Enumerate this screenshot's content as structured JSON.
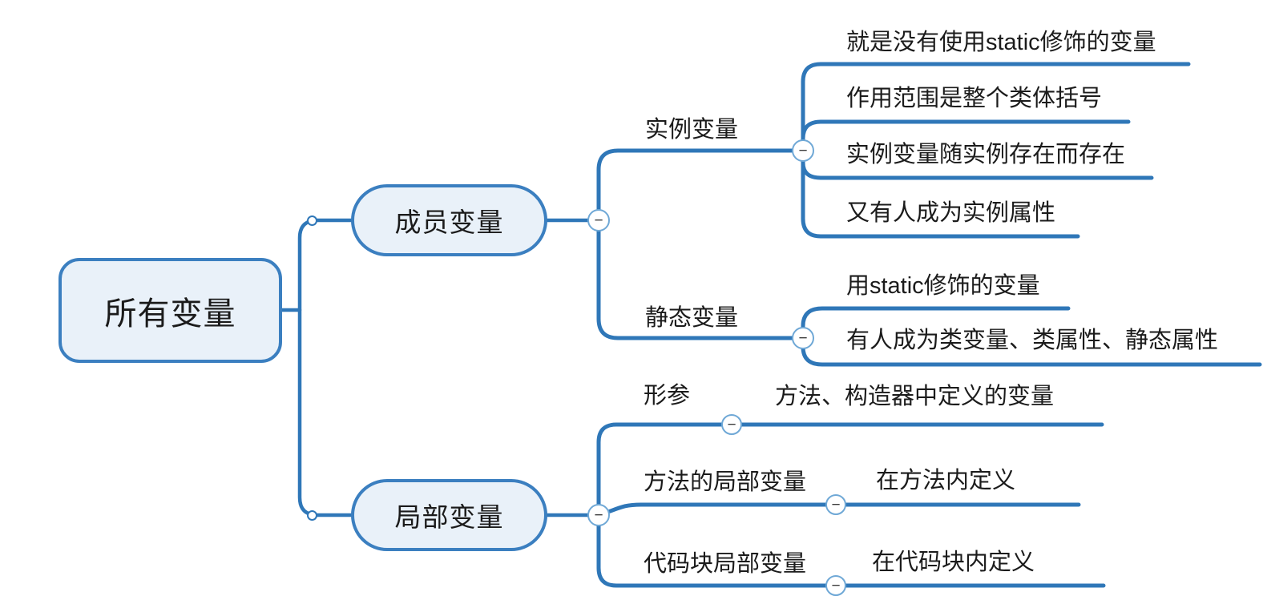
{
  "colors": {
    "accent": "#2f77b8",
    "node-border": "#3b7fc0",
    "node-fill": "#e9f1f9",
    "collapse-border": "#6fa8d6",
    "text": "#1b1b1b"
  },
  "icons": {
    "collapse_glyph": "−"
  },
  "root": {
    "label": "所有变量",
    "children": [
      {
        "label": "成员变量",
        "children": [
          {
            "label": "实例变量",
            "children": [
              {
                "label": "就是没有使用static修饰的变量"
              },
              {
                "label": "作用范围是整个类体括号"
              },
              {
                "label": "实例变量随实例存在而存在"
              },
              {
                "label": "又有人成为实例属性"
              }
            ]
          },
          {
            "label": "静态变量",
            "children": [
              {
                "label": "用static修饰的变量"
              },
              {
                "label": "有人成为类变量、类属性、静态属性"
              }
            ]
          }
        ]
      },
      {
        "label": "局部变量",
        "children": [
          {
            "label": "形参",
            "children": [
              {
                "label": "方法、构造器中定义的变量"
              }
            ]
          },
          {
            "label": "方法的局部变量",
            "children": [
              {
                "label": "在方法内定义"
              }
            ]
          },
          {
            "label": "代码块局部变量",
            "children": [
              {
                "label": "在代码块内定义"
              }
            ]
          }
        ]
      }
    ]
  }
}
